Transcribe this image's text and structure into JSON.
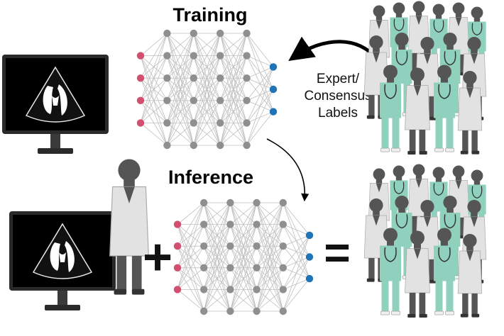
{
  "sections": {
    "training": {
      "title": "Training"
    },
    "inference": {
      "title": "Inference"
    }
  },
  "labels_note": {
    "line1": "Expert/",
    "line2": "Consensus",
    "line3": "Labels"
  },
  "operators": {
    "plus": "+",
    "equals": "="
  },
  "colors": {
    "input_node": "#d1506f",
    "hidden_node": "#8f8f8f",
    "output_node": "#1f73b7",
    "edge": "#bfbfbf",
    "monitor_frame": "#2a2a2a",
    "monitor_screen": "#000000",
    "person_dark": "#555555",
    "coat": "#e2e2e2",
    "scrubs": "#8fd1bd"
  },
  "network": {
    "layers": [
      4,
      6,
      6,
      6,
      6,
      3
    ]
  }
}
